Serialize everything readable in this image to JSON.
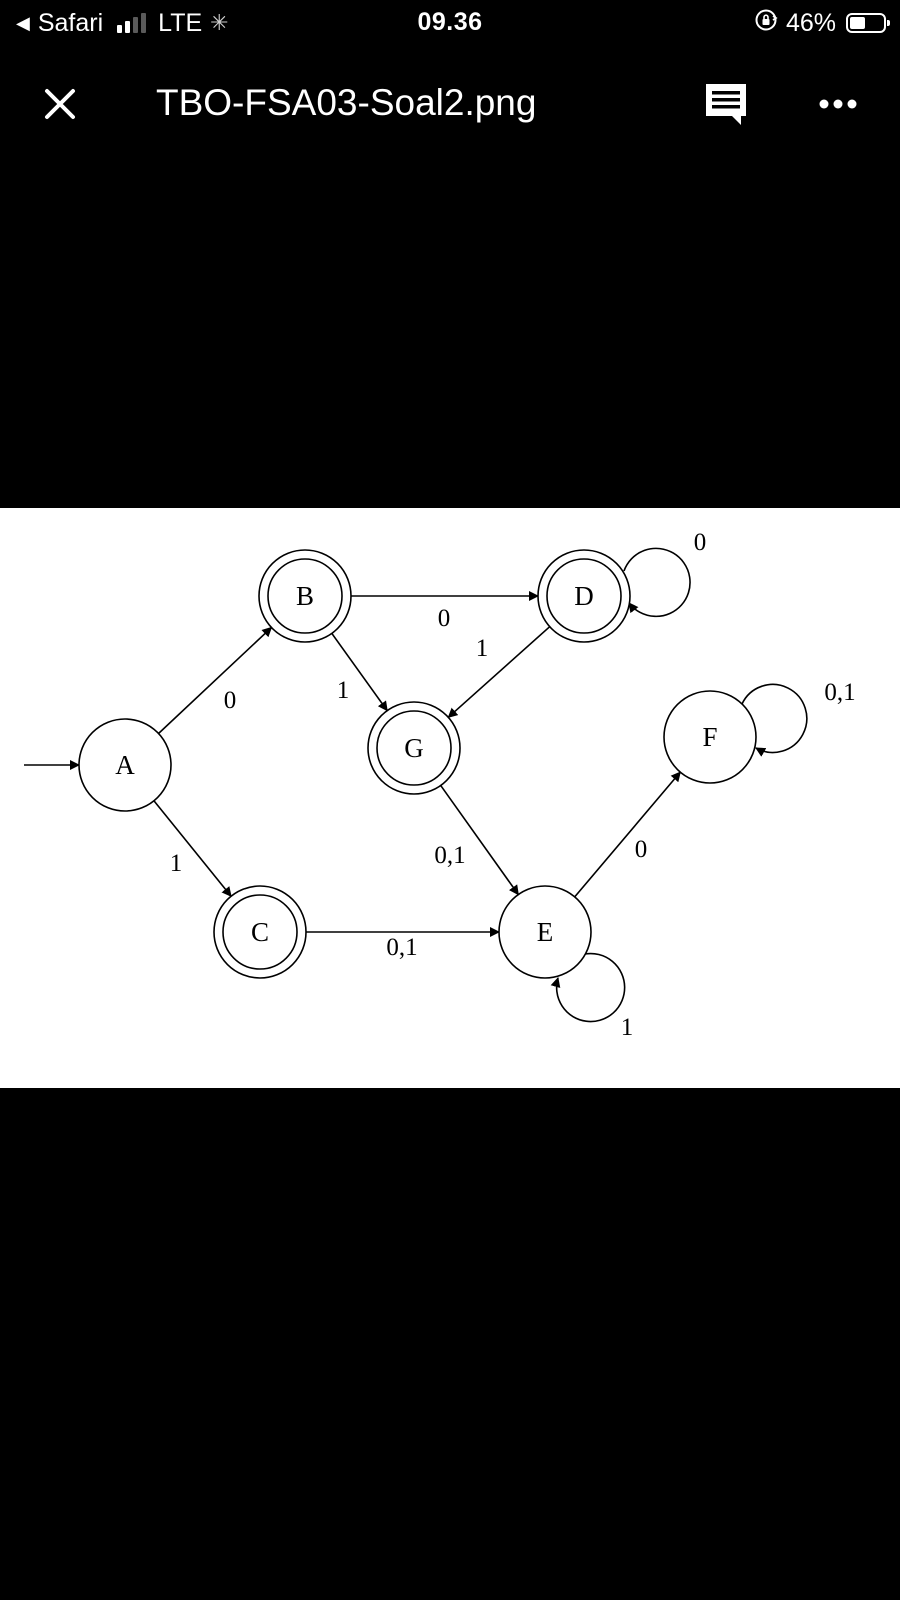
{
  "status_bar": {
    "back_app": "Safari",
    "network": "LTE",
    "time": "09.36",
    "battery_percent": "46%",
    "battery_level": 0.46,
    "signal_bars_active": 2,
    "signal_bars_total": 4
  },
  "toolbar": {
    "file_name": "TBO-FSA03-Soal2.png"
  },
  "diagram": {
    "states": [
      {
        "id": "A",
        "label": "A",
        "start": true,
        "accepting": false
      },
      {
        "id": "B",
        "label": "B",
        "start": false,
        "accepting": true
      },
      {
        "id": "C",
        "label": "C",
        "start": false,
        "accepting": true
      },
      {
        "id": "D",
        "label": "D",
        "start": false,
        "accepting": true
      },
      {
        "id": "E",
        "label": "E",
        "start": false,
        "accepting": false
      },
      {
        "id": "F",
        "label": "F",
        "start": false,
        "accepting": false
      },
      {
        "id": "G",
        "label": "G",
        "start": false,
        "accepting": true
      }
    ],
    "transitions": [
      {
        "from": "A",
        "to": "B",
        "label": "0"
      },
      {
        "from": "A",
        "to": "C",
        "label": "1"
      },
      {
        "from": "B",
        "to": "D",
        "label": "0"
      },
      {
        "from": "B",
        "to": "G",
        "label": "1"
      },
      {
        "from": "D",
        "to": "D",
        "label": "0"
      },
      {
        "from": "D",
        "to": "G",
        "label": "1"
      },
      {
        "from": "G",
        "to": "E",
        "label": "0,1"
      },
      {
        "from": "C",
        "to": "E",
        "label": "0,1"
      },
      {
        "from": "E",
        "to": "F",
        "label": "0"
      },
      {
        "from": "E",
        "to": "E",
        "label": "1"
      },
      {
        "from": "F",
        "to": "F",
        "label": "0,1"
      }
    ]
  },
  "colors": {
    "background": "#000000",
    "foreground": "#ffffff",
    "image_background": "#ffffff",
    "diagram_ink": "#000000"
  }
}
